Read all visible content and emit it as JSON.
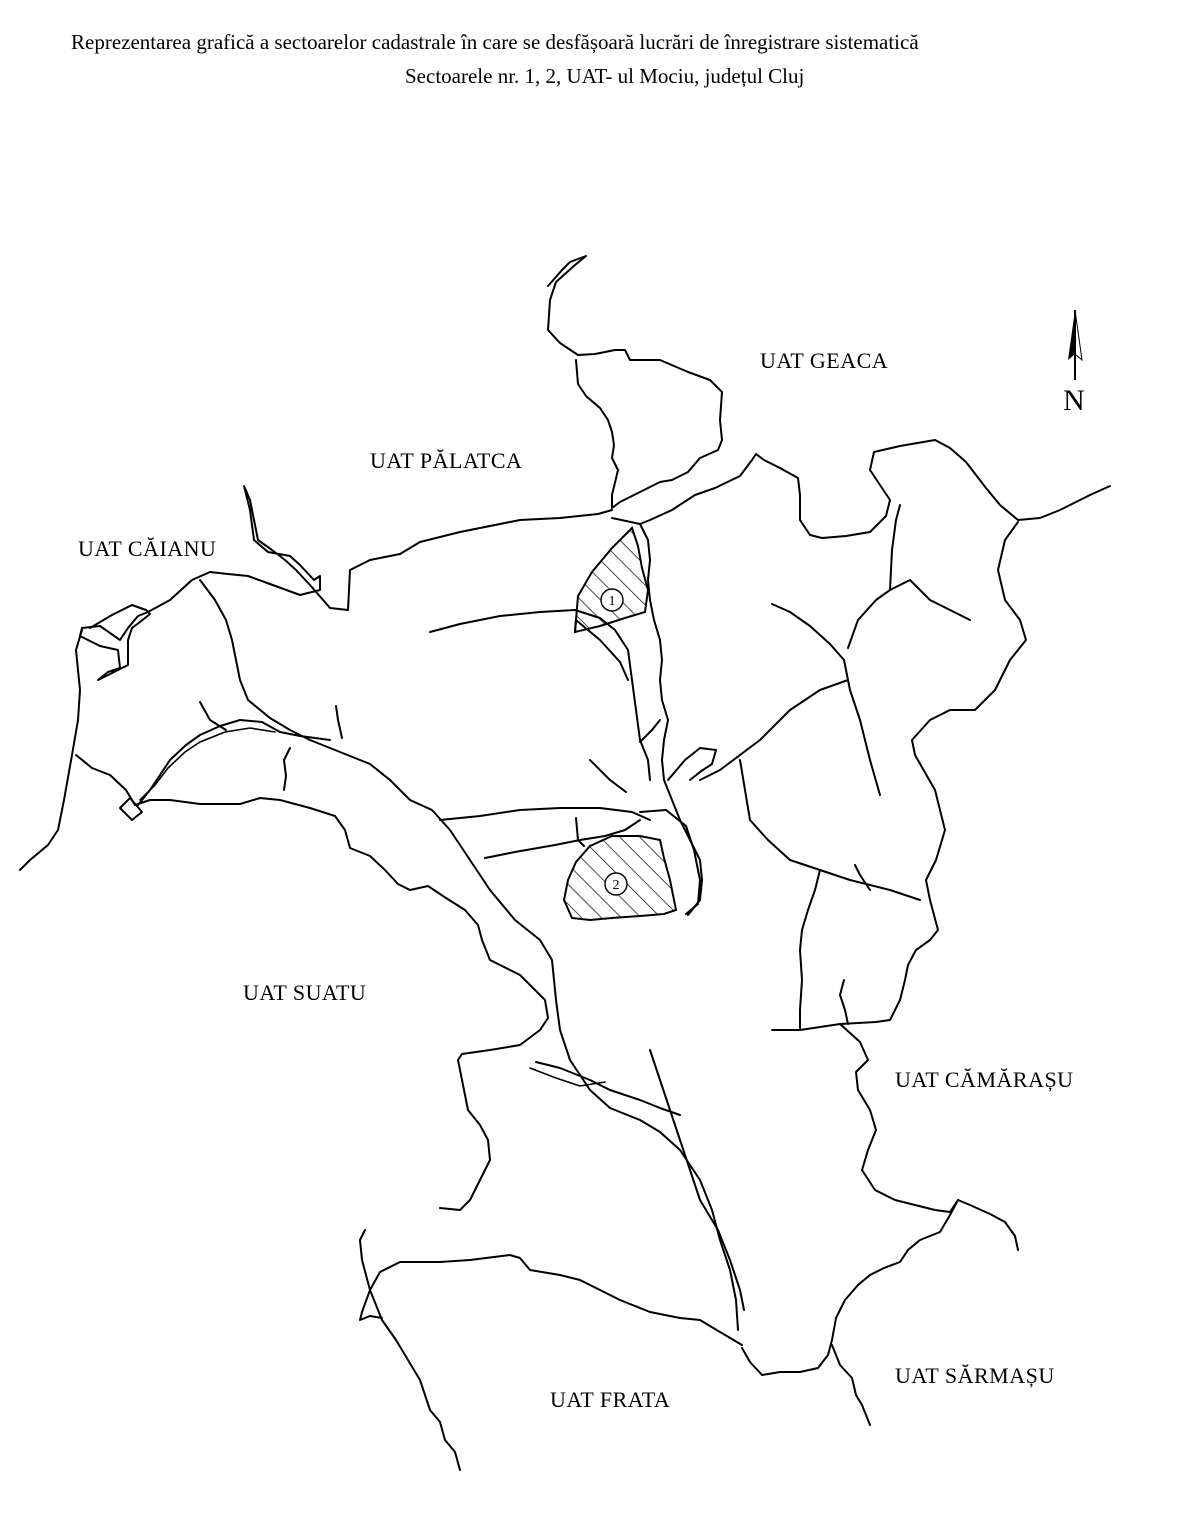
{
  "title": {
    "line1": "Reprezentarea grafică a sectoarelor cadastrale în care se desfășoară lucrări de înregistrare sistematică",
    "line2": "Sectoarele nr. 1, 2, UAT- ul Mociu, județul Cluj"
  },
  "map": {
    "neighbours": [
      "UAT GEACA",
      "UAT PĂLATCA",
      "UAT CĂIANU",
      "UAT SUATU",
      "UAT CĂMĂRAȘU",
      "UAT SĂRMAȘU",
      "UAT FRATA"
    ],
    "sectors": [
      "1",
      "2"
    ],
    "north_arrow": "N",
    "colors": {
      "line": "#000000",
      "background": "#ffffff"
    }
  }
}
